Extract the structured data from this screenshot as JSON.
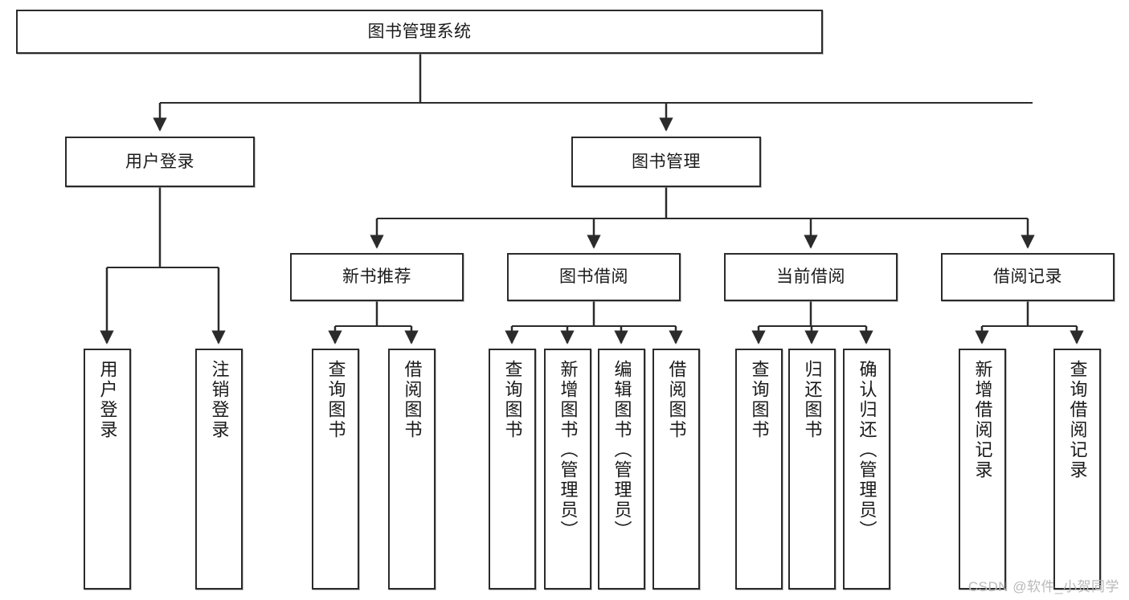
{
  "diagram": {
    "title": "图书管理系统",
    "watermark": "CSDN @软件_小贺同学",
    "theme": {
      "border_color": "#2b2b2b",
      "fill_color": "#ffffff",
      "text_color": "#1a1a1a",
      "line_color": "#2b2b2b",
      "watermark_color": "#b9b9b9"
    },
    "root": {
      "label": "图书管理系统"
    },
    "level2": [
      {
        "label": "用户登录"
      },
      {
        "label": "图书管理"
      }
    ],
    "level3": [
      {
        "label": "新书推荐"
      },
      {
        "label": "图书借阅"
      },
      {
        "label": "当前借阅"
      },
      {
        "label": "借阅记录"
      }
    ],
    "leaves": {
      "user_login": [
        {
          "label": "用户登录"
        },
        {
          "label": "注销登录"
        }
      ],
      "new_book": [
        {
          "label": "查询图书"
        },
        {
          "label": "借阅图书"
        }
      ],
      "book_borrow": [
        {
          "label": "查询图书"
        },
        {
          "label": "新增图书（管理员）"
        },
        {
          "label": "编辑图书（管理员）"
        },
        {
          "label": "借阅图书"
        }
      ],
      "current_borrow": [
        {
          "label": "查询图书"
        },
        {
          "label": "归还图书"
        },
        {
          "label": "确认归还（管理员）"
        }
      ],
      "borrow_record": [
        {
          "label": "新增借阅记录"
        },
        {
          "label": "查询借阅记录"
        }
      ]
    }
  }
}
